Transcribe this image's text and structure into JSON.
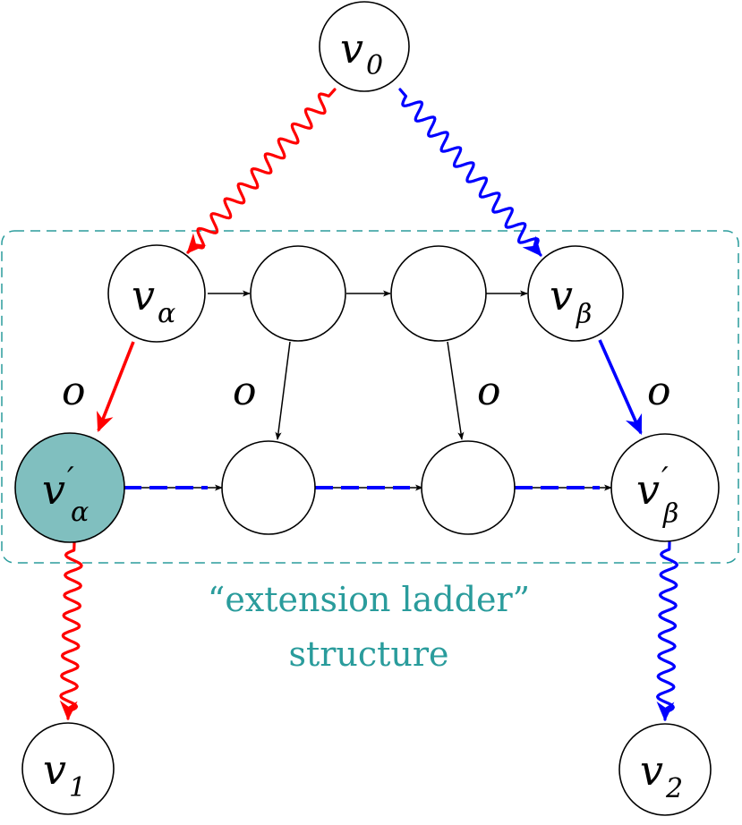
{
  "colors": {
    "red": "#ff0000",
    "blue": "#0000ff",
    "teal": "#2a9c9c",
    "highlight_fill": "#80bfbf",
    "black": "#000000"
  },
  "nodes": {
    "v0": {
      "base": "v",
      "sub": "0",
      "prime": ""
    },
    "v_alpha": {
      "base": "v",
      "sub": "α",
      "prime": ""
    },
    "v_beta": {
      "base": "v",
      "sub": "β",
      "prime": ""
    },
    "v_alpha_prime": {
      "base": "v",
      "sub": "α",
      "prime": "′"
    },
    "v_beta_prime": {
      "base": "v",
      "sub": "β",
      "prime": "′"
    },
    "v1": {
      "base": "v",
      "sub": "1",
      "prime": ""
    },
    "v2": {
      "base": "v",
      "sub": "2",
      "prime": ""
    }
  },
  "edge_label": "o",
  "region": {
    "label_line1": "“extension ladder”",
    "label_line2": "structure"
  }
}
